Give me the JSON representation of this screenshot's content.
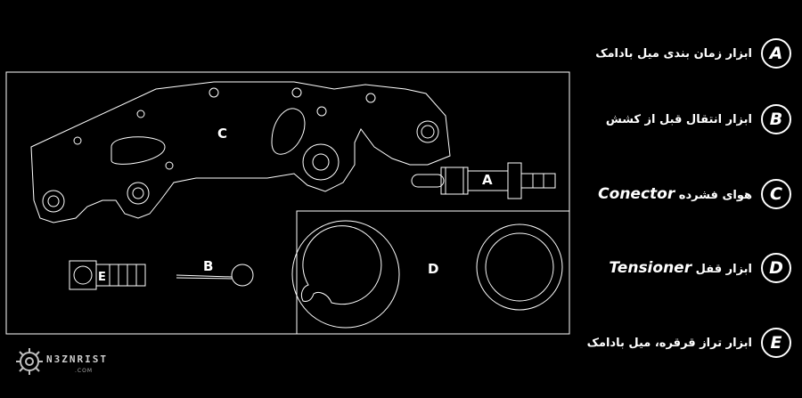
{
  "diagram": {
    "label_a": "A",
    "label_b": "B",
    "label_c": "C",
    "label_d": "D",
    "label_e": "E"
  },
  "legend": [
    {
      "letter": "A",
      "text": "ابزار زمان بندی میل بادامک",
      "latin": ""
    },
    {
      "letter": "B",
      "text": "ابزار انتقال قبل از کشش",
      "latin": ""
    },
    {
      "letter": "C",
      "text": "هوای فشرده",
      "latin": "Conector"
    },
    {
      "letter": "D",
      "text": "ابزار قفل",
      "latin": "Tensioner"
    },
    {
      "letter": "E",
      "text": "ابزار تراز قرقره، میل بادامک",
      "latin": ""
    }
  ],
  "logo": {
    "text": "N3ZNRIST",
    "sub": ".COM",
    "icon": "gear-icon"
  }
}
